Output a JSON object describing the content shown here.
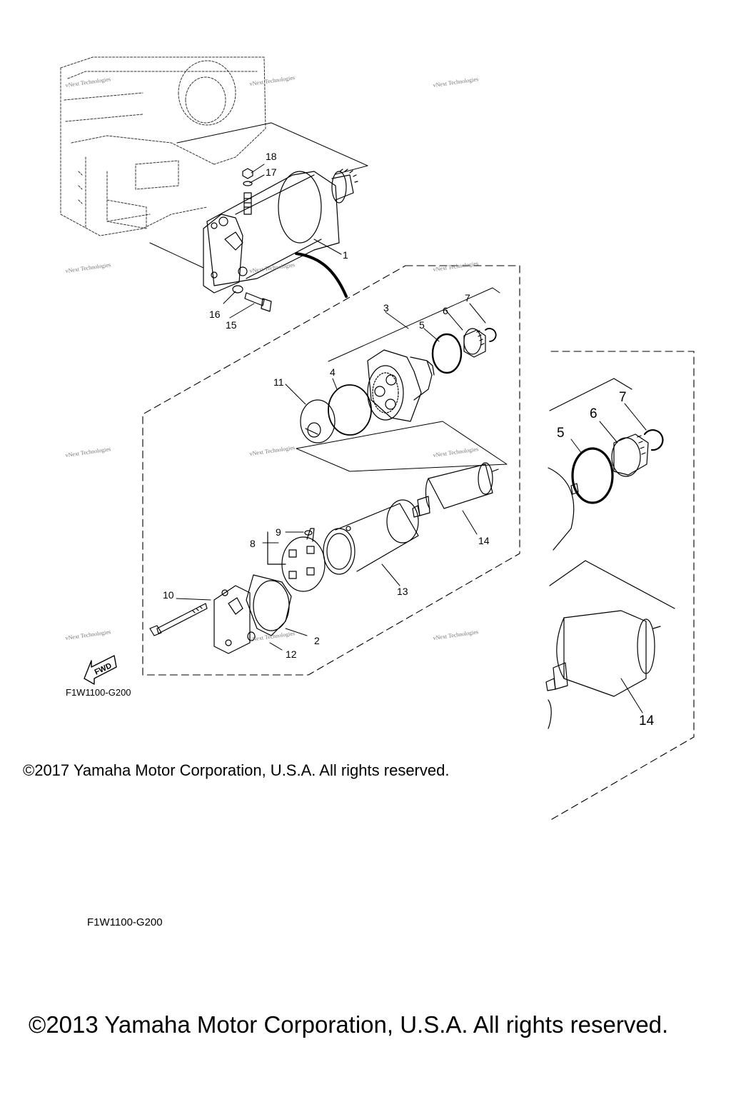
{
  "diagram": {
    "parts": [
      {
        "num": "1"
      },
      {
        "num": "2"
      },
      {
        "num": "3"
      },
      {
        "num": "4"
      },
      {
        "num": "5"
      },
      {
        "num": "6"
      },
      {
        "num": "7"
      },
      {
        "num": "8"
      },
      {
        "num": "9"
      },
      {
        "num": "10"
      },
      {
        "num": "11"
      },
      {
        "num": "12"
      },
      {
        "num": "13"
      },
      {
        "num": "14"
      },
      {
        "num": "15"
      },
      {
        "num": "16"
      },
      {
        "num": "17"
      },
      {
        "num": "18"
      }
    ],
    "detail_parts": [
      {
        "num": "5"
      },
      {
        "num": "6"
      },
      {
        "num": "7"
      },
      {
        "num": "14"
      }
    ],
    "fwd_label": "FWD",
    "watermark_text": "vNext Technologies"
  },
  "footer": {
    "diagram_code": "F1W1100-G200",
    "copyright": "©2017 Yamaha Motor Corporation, U.S.A. All rights reserved.",
    "diagram_code_2": "F1W1100-G200",
    "copyright_2": "©2013 Yamaha Motor Corporation, U.S.A. All rights reserved."
  }
}
